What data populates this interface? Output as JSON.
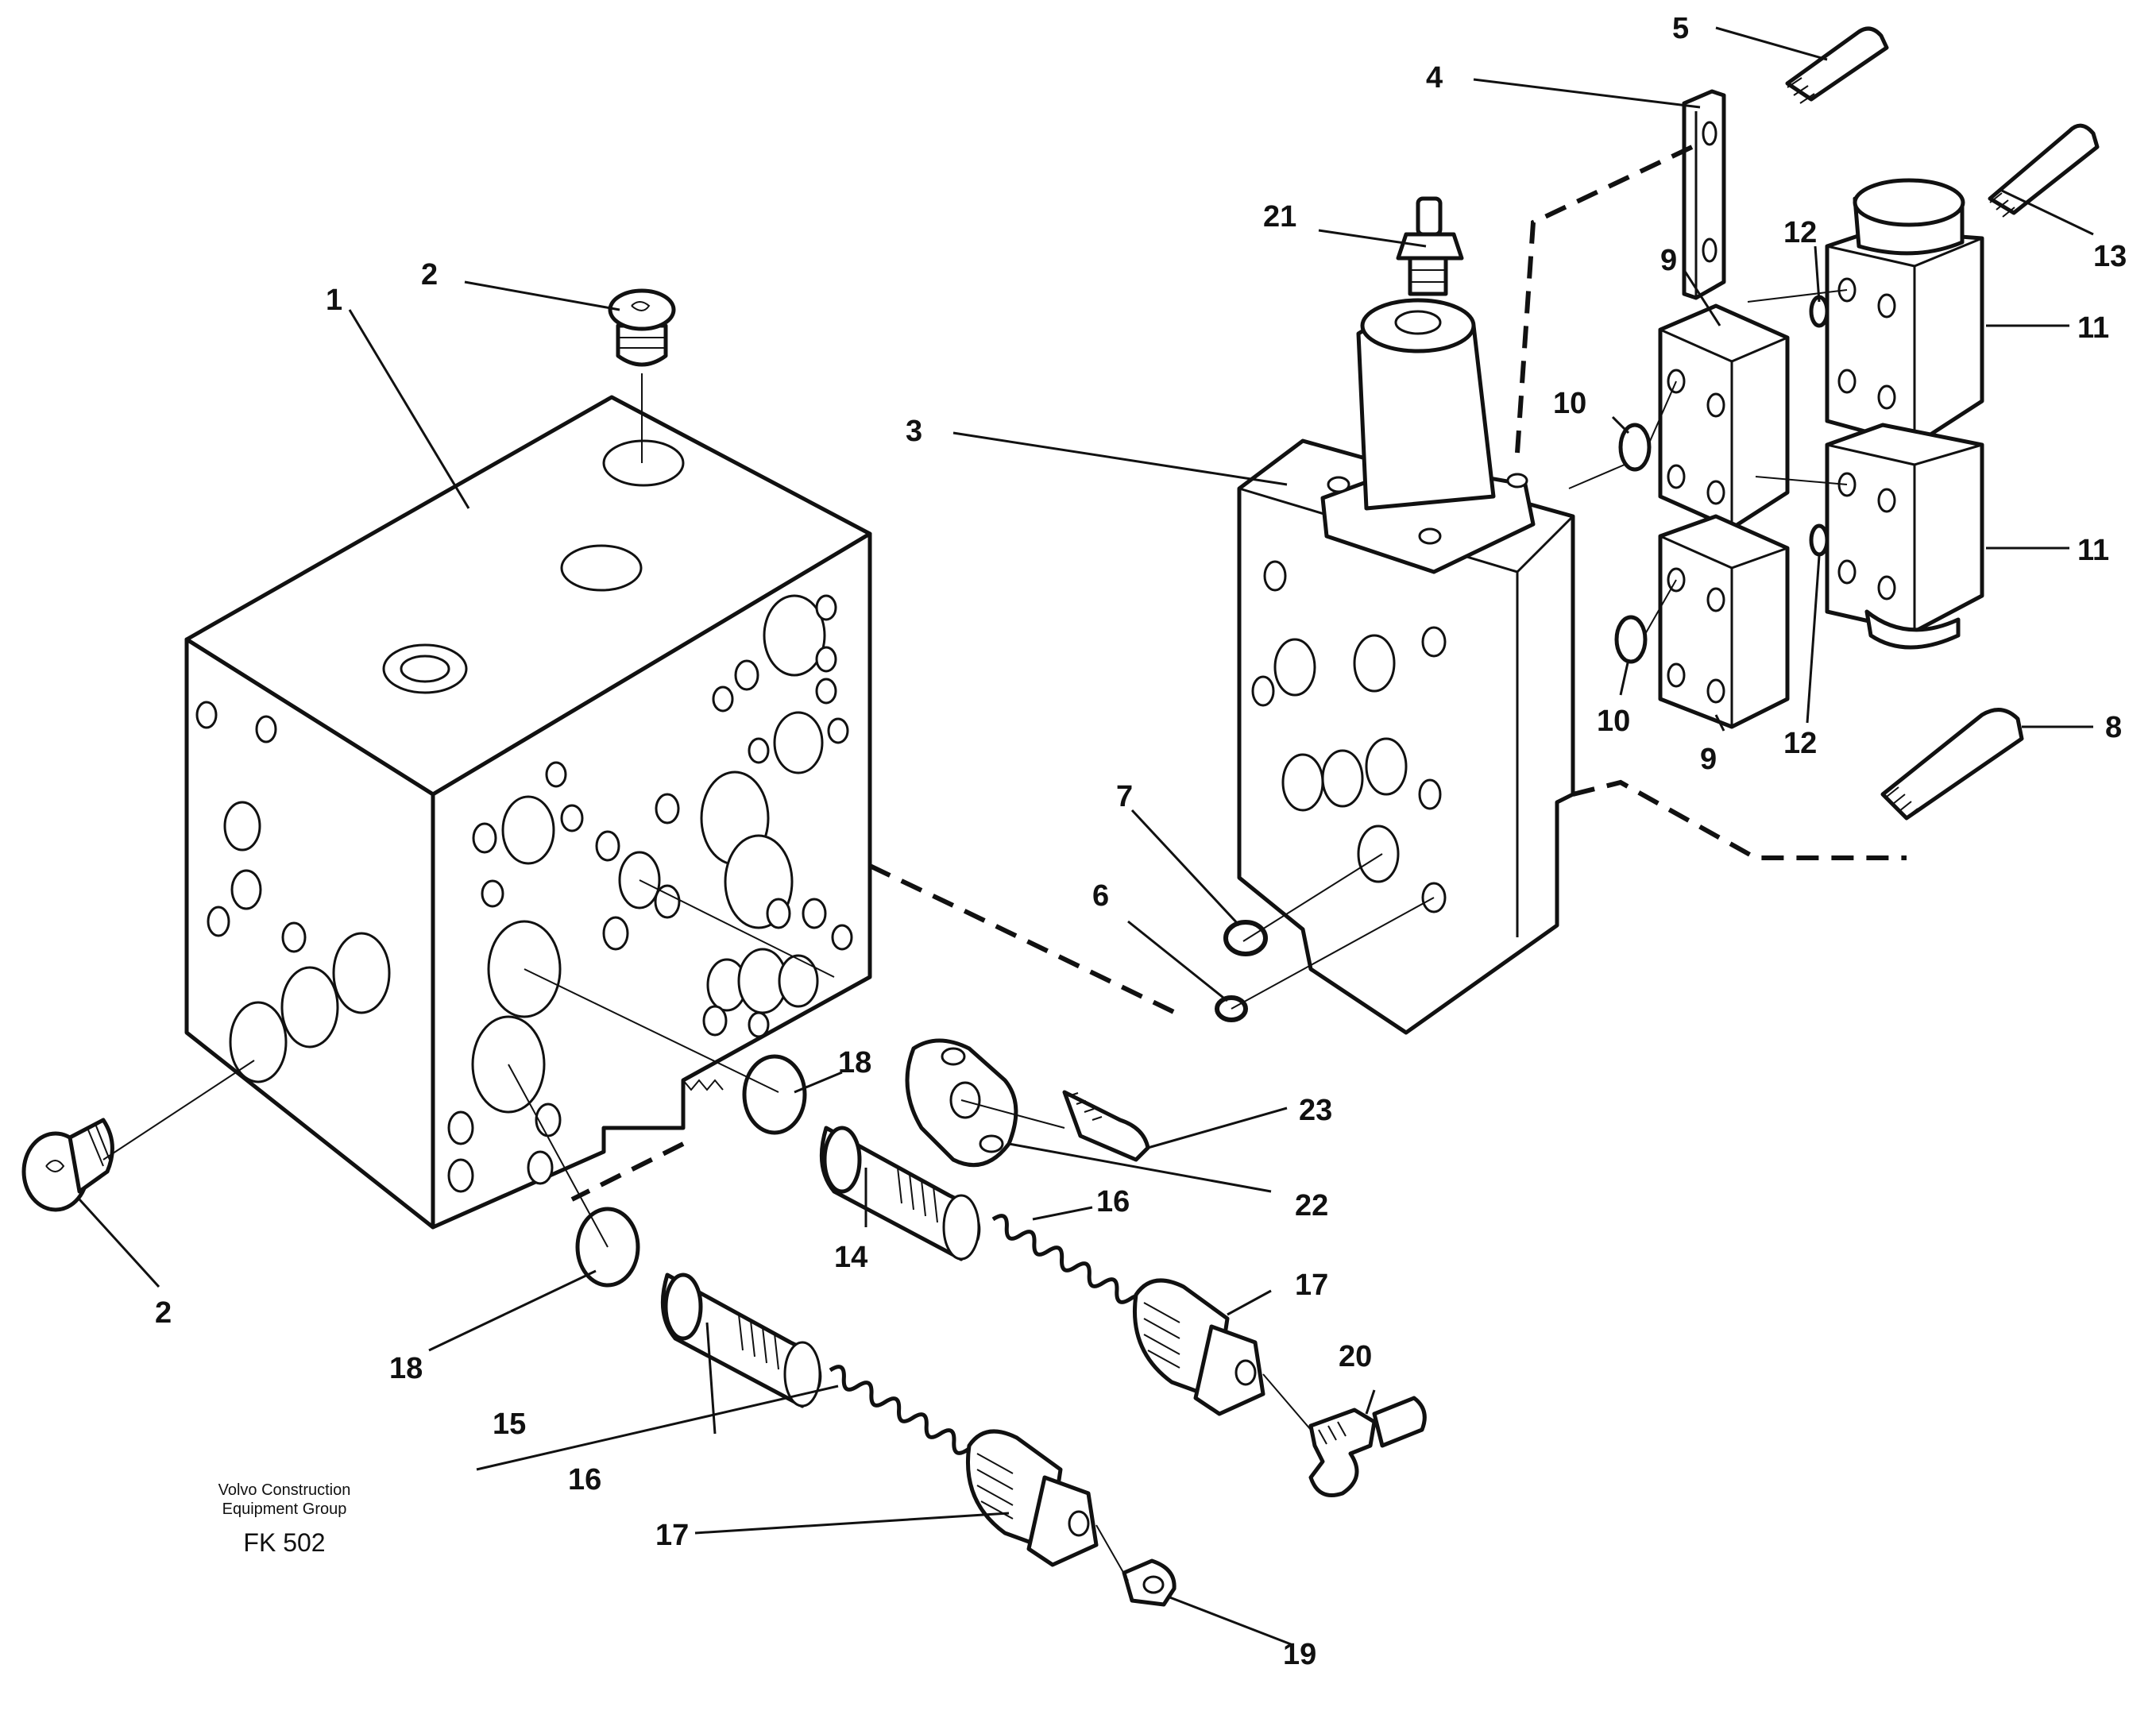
{
  "callouts": [
    {
      "id": "c1",
      "text": "1"
    },
    {
      "id": "c2a",
      "text": "2"
    },
    {
      "id": "c2b",
      "text": "2"
    },
    {
      "id": "c3",
      "text": "3"
    },
    {
      "id": "c4",
      "text": "4"
    },
    {
      "id": "c5",
      "text": "5"
    },
    {
      "id": "c6",
      "text": "6"
    },
    {
      "id": "c7",
      "text": "7"
    },
    {
      "id": "c8",
      "text": "8"
    },
    {
      "id": "c9a",
      "text": "9"
    },
    {
      "id": "c9b",
      "text": "9"
    },
    {
      "id": "c10a",
      "text": "10"
    },
    {
      "id": "c10b",
      "text": "10"
    },
    {
      "id": "c11a",
      "text": "11"
    },
    {
      "id": "c11b",
      "text": "11"
    },
    {
      "id": "c12a",
      "text": "12"
    },
    {
      "id": "c12b",
      "text": "12"
    },
    {
      "id": "c13",
      "text": "13"
    },
    {
      "id": "c14",
      "text": "14"
    },
    {
      "id": "c15",
      "text": "15"
    },
    {
      "id": "c16a",
      "text": "16"
    },
    {
      "id": "c16b",
      "text": "16"
    },
    {
      "id": "c17a",
      "text": "17"
    },
    {
      "id": "c17b",
      "text": "17"
    },
    {
      "id": "c18a",
      "text": "18"
    },
    {
      "id": "c18b",
      "text": "18"
    },
    {
      "id": "c19",
      "text": "19"
    },
    {
      "id": "c20",
      "text": "20"
    },
    {
      "id": "c21",
      "text": "21"
    },
    {
      "id": "c22",
      "text": "22"
    },
    {
      "id": "c23",
      "text": "23"
    }
  ],
  "credit": {
    "line1": "Volvo Construction",
    "line2": "Equipment Group",
    "code": "FK 502"
  }
}
